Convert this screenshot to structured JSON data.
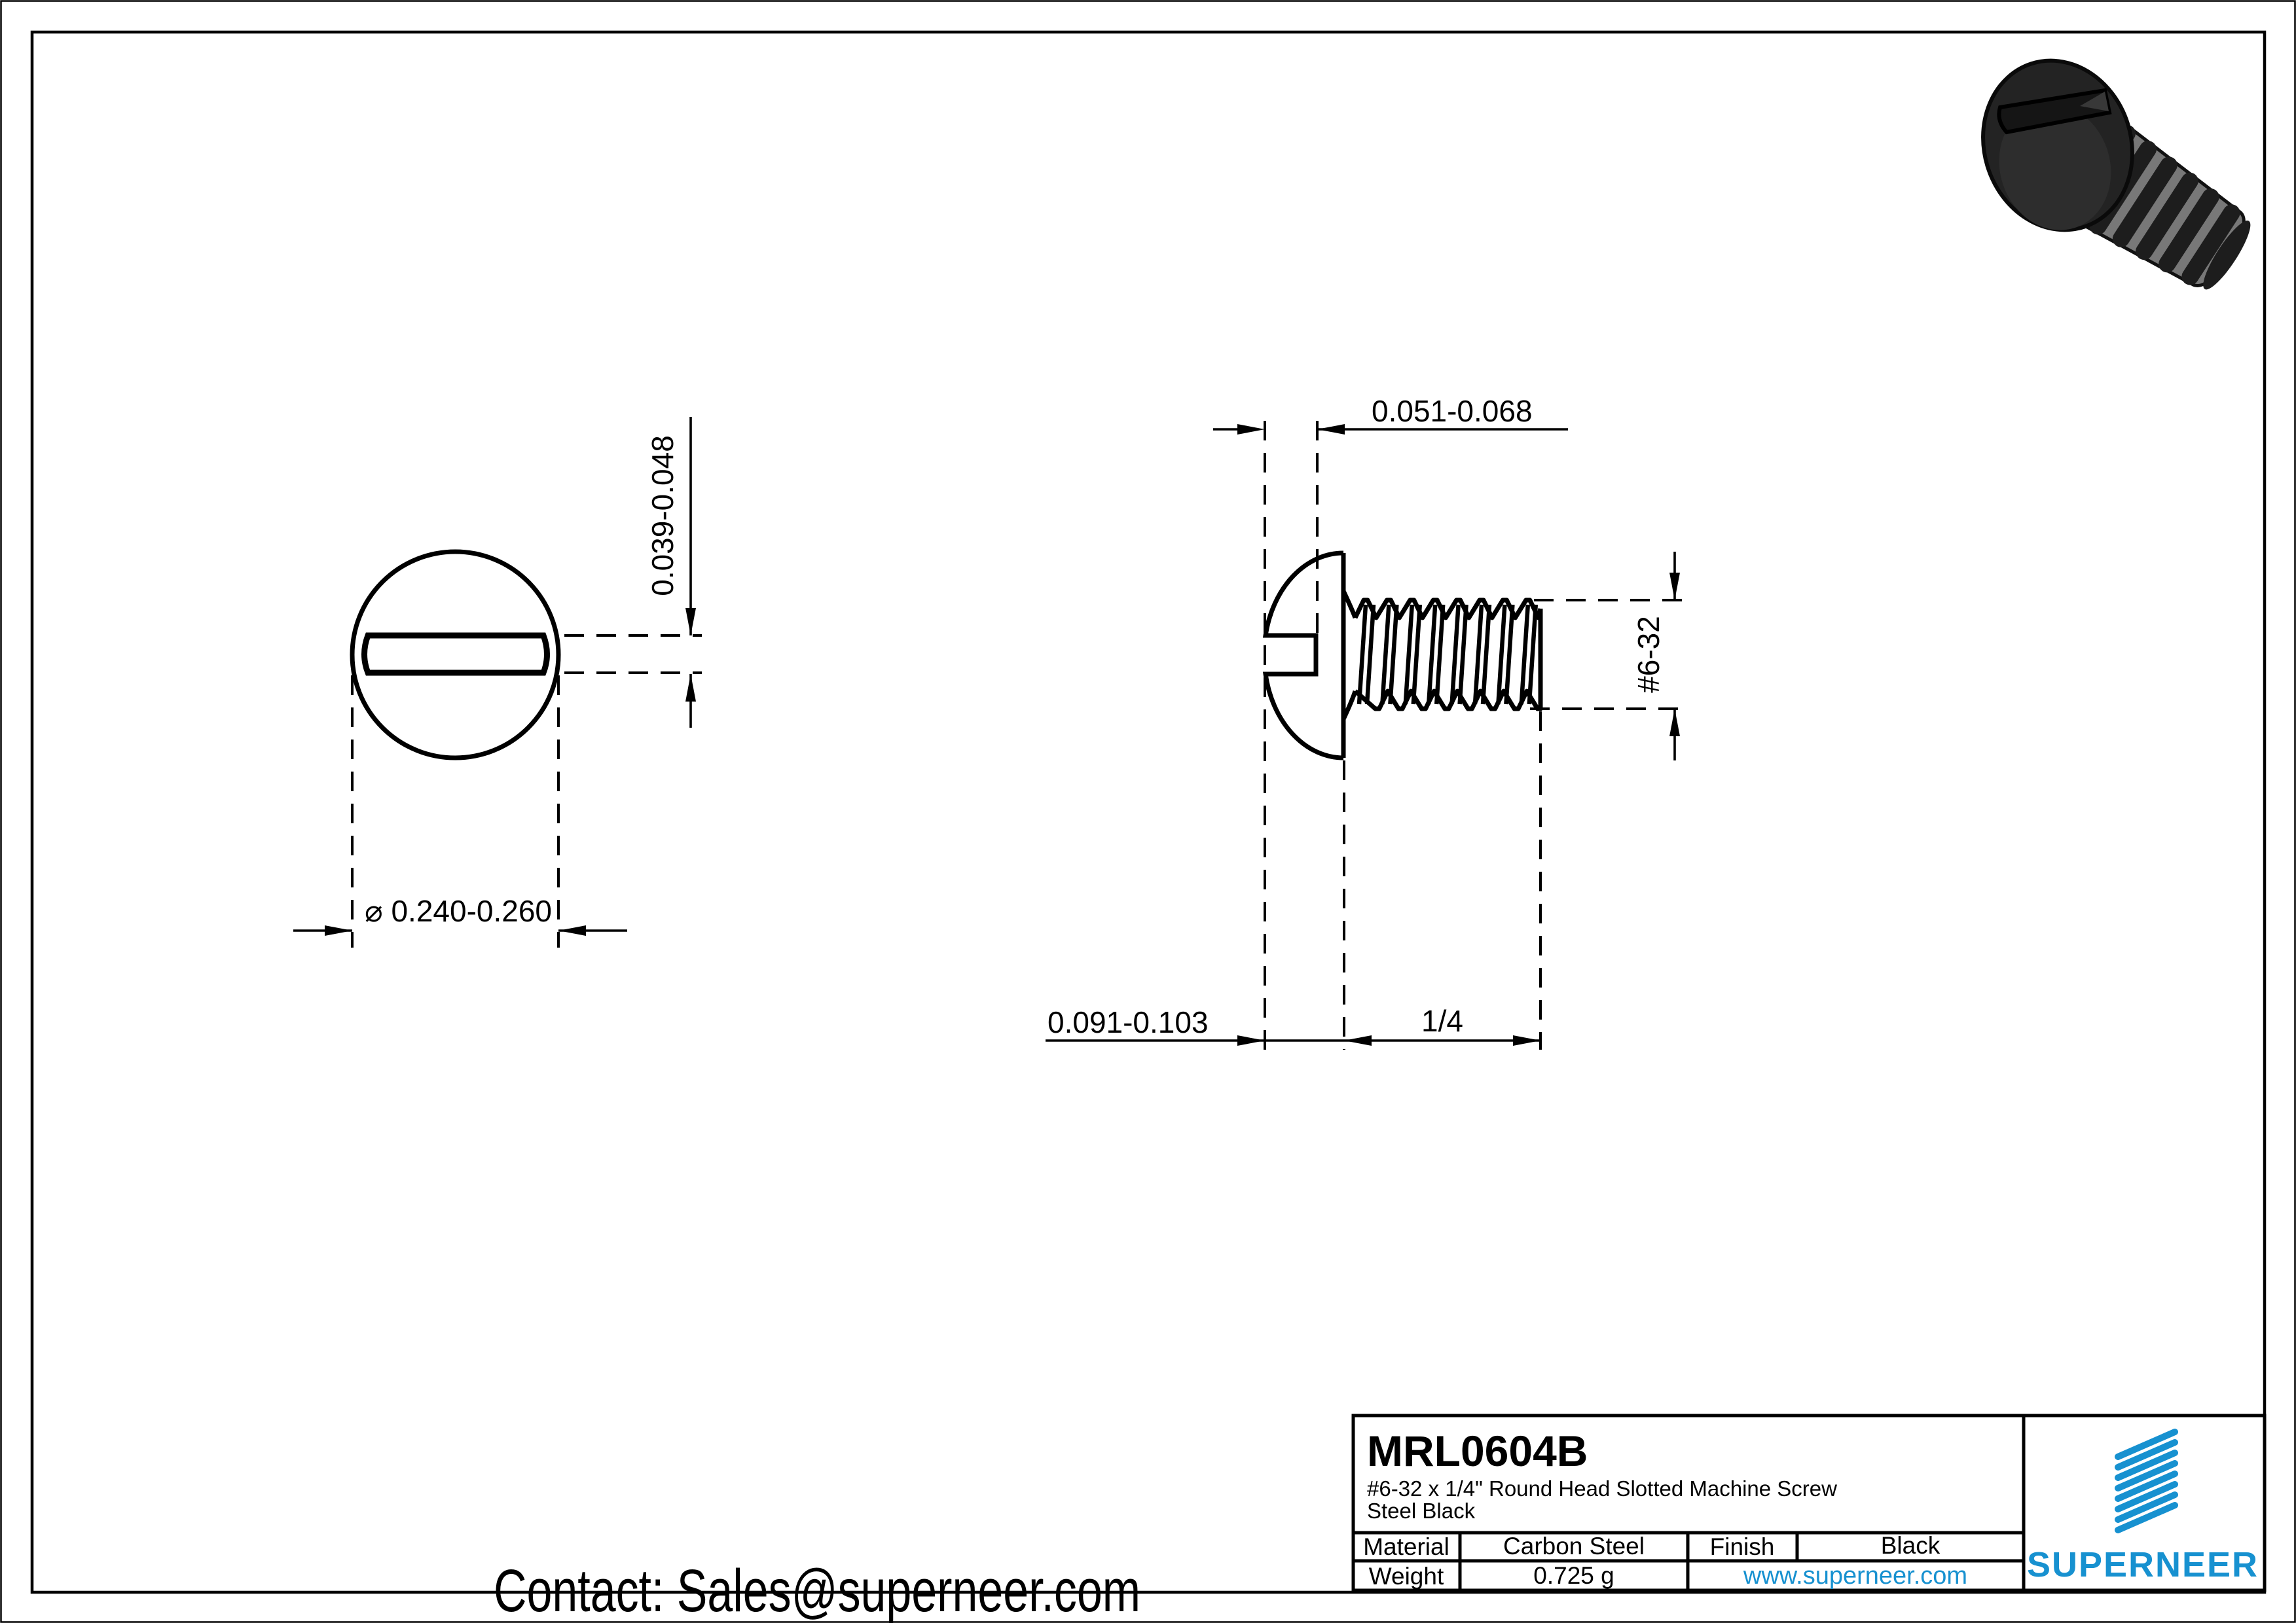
{
  "page": {
    "contact": "Contact: Sales@superneer.com"
  },
  "views": {
    "front": {
      "slot_width_dim": "0.039-0.048",
      "head_dia_dim": "⌀ 0.240-0.260"
    },
    "side": {
      "slot_depth_dim": "0.051-0.068",
      "thread_dim": "#6-32",
      "head_height_dim": "0.091-0.103",
      "length_dim": "1/4"
    }
  },
  "title_block": {
    "part_number": "MRL0604B",
    "description": "#6-32 x 1/4\" Round Head Slotted  Machine Screw",
    "material_finish": "Steel Black",
    "material_label": "Material",
    "material_value": "Carbon Steel",
    "finish_label": "Finish",
    "finish_value": "Black",
    "weight_label": "Weight",
    "weight_value": "0.725 g",
    "website": "www.superneer.com",
    "brand_name": "SUPERNEER",
    "accent_blue": "#1791d0"
  }
}
